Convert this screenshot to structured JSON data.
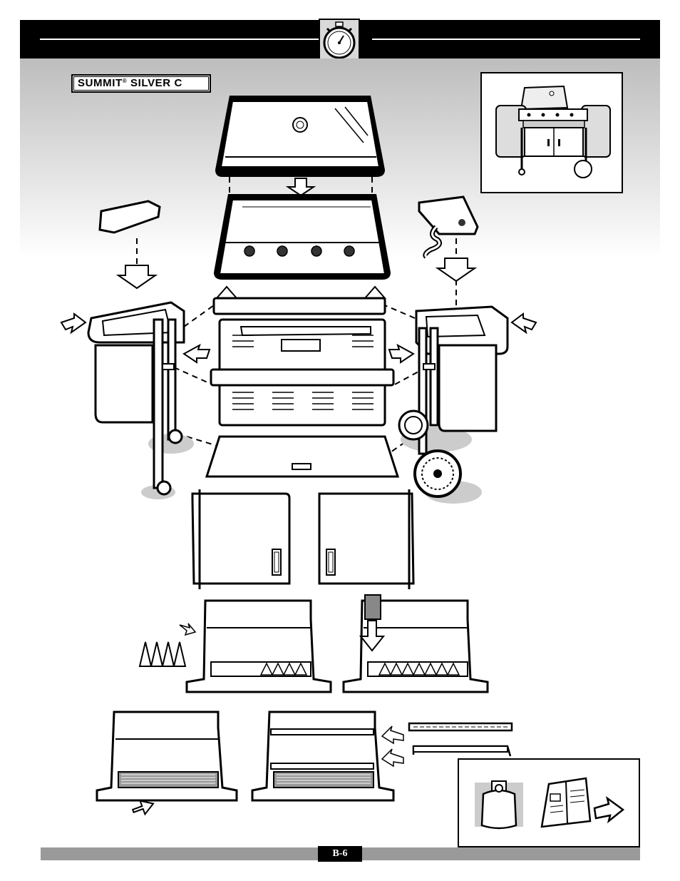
{
  "model": {
    "name": "SUMMIT",
    "registered_mark": "®",
    "variant": "SILVER  C"
  },
  "footer": {
    "page_number": "B-6"
  },
  "icons": {
    "header": "stopwatch-icon",
    "tank": "propane-tank-icon",
    "manual": "owners-manual-icon"
  },
  "colors": {
    "header_bar": "#000000",
    "footer_bar": "#9a9a9a",
    "band_top": "#bdbdbd"
  }
}
